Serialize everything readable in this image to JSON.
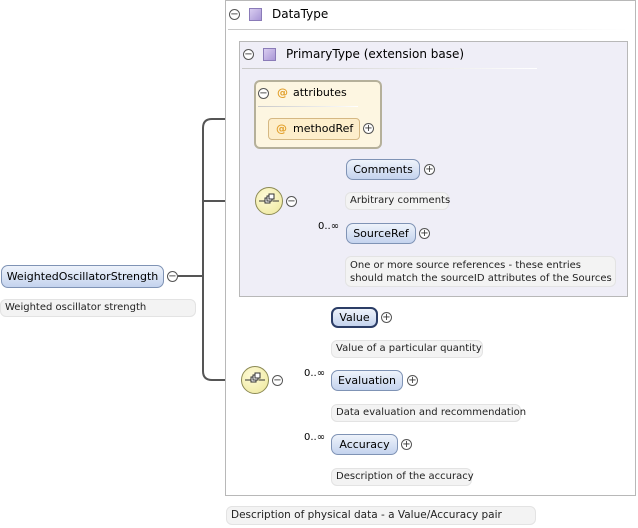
{
  "root": {
    "name": "WeightedOscillatorStrength",
    "doc": "Weighted oscillator strength"
  },
  "datatype": {
    "label": "DataType",
    "doc": "Description of physical data - a Value/Accuracy pair"
  },
  "primarytype": {
    "label": "PrimaryType (extension base)"
  },
  "attributes": {
    "label": "attributes",
    "items": [
      {
        "name": "methodRef"
      }
    ]
  },
  "seq1": {
    "items": [
      {
        "name": "Comments",
        "occurs": "",
        "doc": "Arbitrary comments"
      },
      {
        "name": "SourceRef",
        "occurs": "0..∞",
        "doc_lines": [
          "One or more source references - these entries",
          "should match the sourceID attributes of the Sources"
        ]
      }
    ]
  },
  "seq2": {
    "items": [
      {
        "name": "Value",
        "occurs": "",
        "doc": "Value of a particular quantity"
      },
      {
        "name": "Evaluation",
        "occurs": "0..∞",
        "doc": "Data evaluation and recommendation"
      },
      {
        "name": "Accuracy",
        "occurs": "0..∞",
        "doc": "Description of the accuracy"
      }
    ]
  },
  "colors": {
    "lines": "#555555",
    "element_fill": "#c4d3ee",
    "type_fill": "#efeef7",
    "attr_fill": "#fdf6e1",
    "compositor_fill": "#ece79a"
  },
  "icons": {
    "collapse": "minus-circle-icon",
    "expand": "plus-circle-icon",
    "type": "complex-type-icon",
    "attribute": "at-icon",
    "sequence": "sequence-compositor-icon"
  }
}
